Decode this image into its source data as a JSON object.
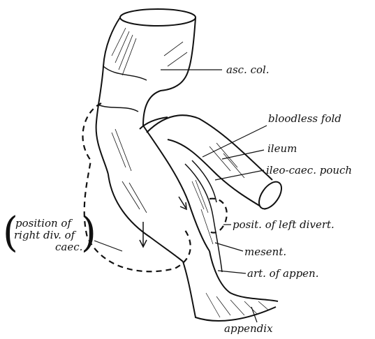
{
  "labels": {
    "asc_col": "asc. col.",
    "bloodless_fold": "bloodless fold",
    "ileum": "ileum",
    "ileo_caec_pouch": "ileo-caec. pouch",
    "position_of_line1": "position of",
    "position_of_line2": "right div. of",
    "position_of_line3": "caec.",
    "posit_left_divert": "posit. of left divert.",
    "mesent": "mesent.",
    "art_of_appen": "art. of appen.",
    "appendix": "appendix"
  },
  "colors": {
    "ink": "#111111",
    "background": "#ffffff"
  }
}
